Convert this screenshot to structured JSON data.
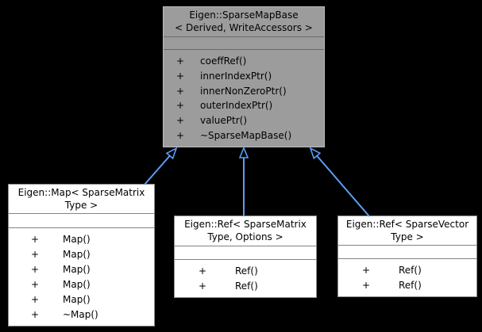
{
  "nodes": {
    "base": {
      "title_line1": "Eigen::SparseMapBase",
      "title_line2": "< Derived, WriteAccessors >",
      "methods": [
        {
          "vis": "+",
          "name": "coeffRef()"
        },
        {
          "vis": "+",
          "name": "innerIndexPtr()"
        },
        {
          "vis": "+",
          "name": "innerNonZeroPtr()"
        },
        {
          "vis": "+",
          "name": "outerIndexPtr()"
        },
        {
          "vis": "+",
          "name": "valuePtr()"
        },
        {
          "vis": "+",
          "name": "~SparseMapBase()"
        }
      ]
    },
    "map_sparse_matrix": {
      "title_line1": "Eigen::Map< SparseMatrix",
      "title_line2": "Type >",
      "methods": [
        {
          "vis": "+",
          "name": "Map()"
        },
        {
          "vis": "+",
          "name": "Map()"
        },
        {
          "vis": "+",
          "name": "Map()"
        },
        {
          "vis": "+",
          "name": "Map()"
        },
        {
          "vis": "+",
          "name": "Map()"
        },
        {
          "vis": "+",
          "name": "~Map()"
        }
      ]
    },
    "ref_sparse_matrix": {
      "title_line1": "Eigen::Ref< SparseMatrix",
      "title_line2": "Type, Options >",
      "methods": [
        {
          "vis": "+",
          "name": "Ref()"
        },
        {
          "vis": "+",
          "name": "Ref()"
        }
      ]
    },
    "ref_sparse_vector": {
      "title_line1": "Eigen::Ref< SparseVector",
      "title_line2": "Type >",
      "methods": [
        {
          "vis": "+",
          "name": "Ref()"
        },
        {
          "vis": "+",
          "name": "Ref()"
        }
      ]
    }
  },
  "edges": [
    {
      "from": "map_sparse_matrix",
      "to": "base",
      "type": "public-inheritance"
    },
    {
      "from": "ref_sparse_matrix",
      "to": "base",
      "type": "public-inheritance"
    },
    {
      "from": "ref_sparse_vector",
      "to": "base",
      "type": "public-inheritance"
    }
  ],
  "colors": {
    "background": "#000000",
    "highlight_node_fill": "#9C9C9C",
    "highlight_node_border": "#BEBEBE",
    "highlight_node_separator": "#6A6A6A",
    "node_fill": "#FFFFFF",
    "node_border": "#8F8F8F",
    "node_separator": "#828282",
    "arrow": "#5C9EF5",
    "text": "#000000"
  }
}
